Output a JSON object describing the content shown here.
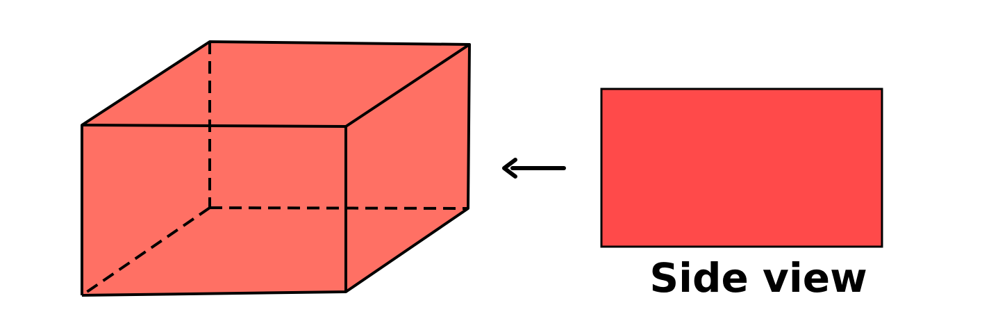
{
  "colors": {
    "background": "#ffffff",
    "prism_fill": "#ff7064",
    "side_view_fill": "#ff4a4a",
    "stroke": "#000000"
  },
  "figure": {
    "solid": "rectangular-prism",
    "hidden_edges": "dashed",
    "arrow_direction": "left",
    "side_view_label": "Side view"
  }
}
